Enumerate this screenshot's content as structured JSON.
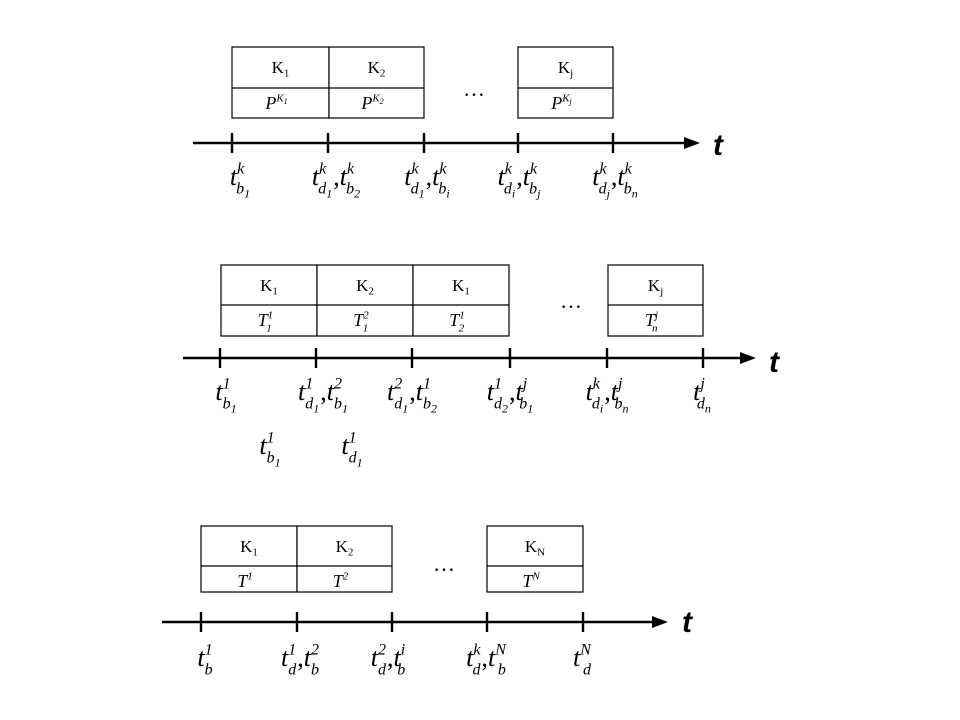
{
  "diagrams": [
    {
      "blocks": [
        {
          "top": {
            "base": "K",
            "sub": "1"
          },
          "bot": {
            "base": "P",
            "sup": "K",
            "supsub": "1"
          }
        },
        {
          "top": {
            "base": "K",
            "sub": "2"
          },
          "bot": {
            "base": "P",
            "sup": "K",
            "supsub": "2"
          }
        },
        {
          "top": {
            "base": "K",
            "sub": "j"
          },
          "bot": {
            "base": "P",
            "sup": "K",
            "supsub": "j"
          }
        }
      ],
      "ellipsis": "…",
      "axis_label": "t",
      "tick_labels": [
        [
          {
            "base": "t",
            "sub": "b",
            "subsub": "1",
            "sup": "k"
          }
        ],
        [
          {
            "base": "t",
            "sub": "d",
            "subsub": "1",
            "sup": "k"
          },
          {
            "base": "t",
            "sub": "b",
            "subsub": "2",
            "sup": "k"
          }
        ],
        [
          {
            "base": "t",
            "sub": "d",
            "subsub": "1",
            "sup": "k"
          },
          {
            "base": "t",
            "sub": "b",
            "subsub": "i",
            "sup": "k"
          }
        ],
        [
          {
            "base": "t",
            "sub": "d",
            "subsub": "i",
            "sup": "k"
          },
          {
            "base": "t",
            "sub": "b",
            "subsub": "j",
            "sup": "k"
          }
        ],
        [
          {
            "base": "t",
            "sub": "d",
            "subsub": "j",
            "sup": "k"
          },
          {
            "base": "t",
            "sub": "b",
            "subsub": "n",
            "sup": "k"
          }
        ]
      ]
    },
    {
      "blocks": [
        {
          "top": {
            "base": "K",
            "sub": "1"
          },
          "bot": {
            "base": "T",
            "sub": "1",
            "sup": "1"
          }
        },
        {
          "top": {
            "base": "K",
            "sub": "2"
          },
          "bot": {
            "base": "T",
            "sub": "1",
            "sup": "2"
          }
        },
        {
          "top": {
            "base": "K",
            "sub": "1"
          },
          "bot": {
            "base": "T",
            "sub": "2",
            "sup": "1"
          }
        },
        {
          "top": {
            "base": "K",
            "sub": "j"
          },
          "bot": {
            "base": "T",
            "sub": "n",
            "sup": "j"
          }
        }
      ],
      "ellipsis": "…",
      "axis_label": "t",
      "tick_labels": [
        [
          {
            "base": "t",
            "sub": "b",
            "subsub": "1",
            "sup": "1"
          }
        ],
        [
          {
            "base": "t",
            "sub": "d",
            "subsub": "1",
            "sup": "1"
          },
          {
            "base": "t",
            "sub": "b",
            "subsub": "1",
            "sup": "2"
          }
        ],
        [
          {
            "base": "t",
            "sub": "d",
            "subsub": "1",
            "sup": "2"
          },
          {
            "base": "t",
            "sub": "b",
            "subsub": "2",
            "sup": "1"
          }
        ],
        [
          {
            "base": "t",
            "sub": "d",
            "subsub": "2",
            "sup": "1"
          },
          {
            "base": "t",
            "sub": "b",
            "subsub": "1",
            "sup": "j"
          }
        ],
        [
          {
            "base": "t",
            "sub": "d",
            "subsub": "i",
            "sup": "k"
          },
          {
            "base": "t",
            "sub": "b",
            "subsub": "n",
            "sup": "j"
          }
        ],
        [
          {
            "base": "t",
            "sub": "d",
            "subsub": "n",
            "sup": "j"
          }
        ]
      ],
      "extra_labels": [
        {
          "base": "t",
          "sub": "b",
          "subsub": "1",
          "sup": "1"
        },
        {
          "base": "t",
          "sub": "d",
          "subsub": "1",
          "sup": "1"
        }
      ]
    },
    {
      "blocks": [
        {
          "top": {
            "base": "K",
            "sub": "1"
          },
          "bot": {
            "base": "T",
            "sup": "1"
          }
        },
        {
          "top": {
            "base": "K",
            "sub": "2"
          },
          "bot": {
            "base": "T",
            "sup": "2"
          }
        },
        {
          "top": {
            "base": "K",
            "sub": "N"
          },
          "bot": {
            "base": "T",
            "sup": "N"
          }
        }
      ],
      "ellipsis": "…",
      "axis_label": "t",
      "tick_labels": [
        [
          {
            "base": "t",
            "sub": "b",
            "sup": "1"
          }
        ],
        [
          {
            "base": "t",
            "sub": "d",
            "sup": "1"
          },
          {
            "base": "t",
            "sub": "b",
            "sup": "2"
          }
        ],
        [
          {
            "base": "t",
            "sub": "d",
            "sup": "2"
          },
          {
            "base": "t",
            "sub": "b",
            "sup": "i"
          }
        ],
        [
          {
            "base": "t",
            "sub": "d",
            "sup": "k"
          },
          {
            "base": "t",
            "sub": "b",
            "sup": "N"
          }
        ],
        [
          {
            "base": "t",
            "sub": "d",
            "sup": "N"
          }
        ]
      ]
    }
  ]
}
